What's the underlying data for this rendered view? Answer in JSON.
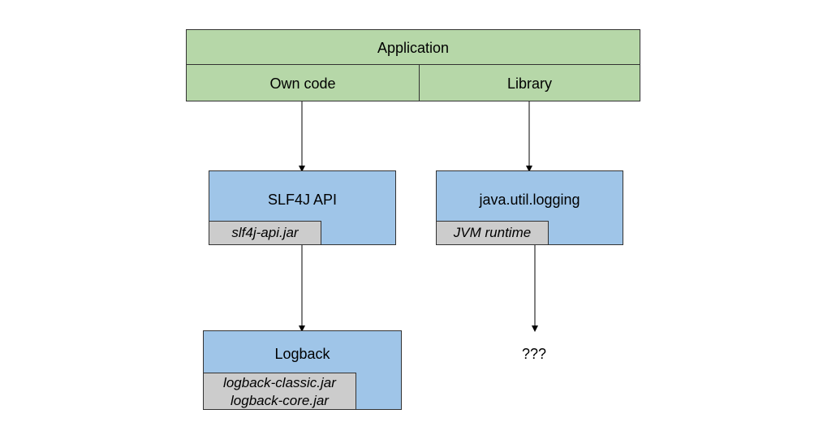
{
  "application": {
    "title": "Application",
    "own_code": "Own code",
    "library": "Library"
  },
  "slf4j": {
    "title": "SLF4J API",
    "jar": "slf4j-api.jar"
  },
  "jul": {
    "title": "java.util.logging",
    "jar": "JVM runtime"
  },
  "logback": {
    "title": "Logback",
    "jar_classic": "logback-classic.jar",
    "jar_core": "logback-core.jar"
  },
  "unknown": {
    "text": "???"
  },
  "colors": {
    "application": "#b6d7a8",
    "component": "#9fc5e8",
    "jar": "#cccccc"
  }
}
